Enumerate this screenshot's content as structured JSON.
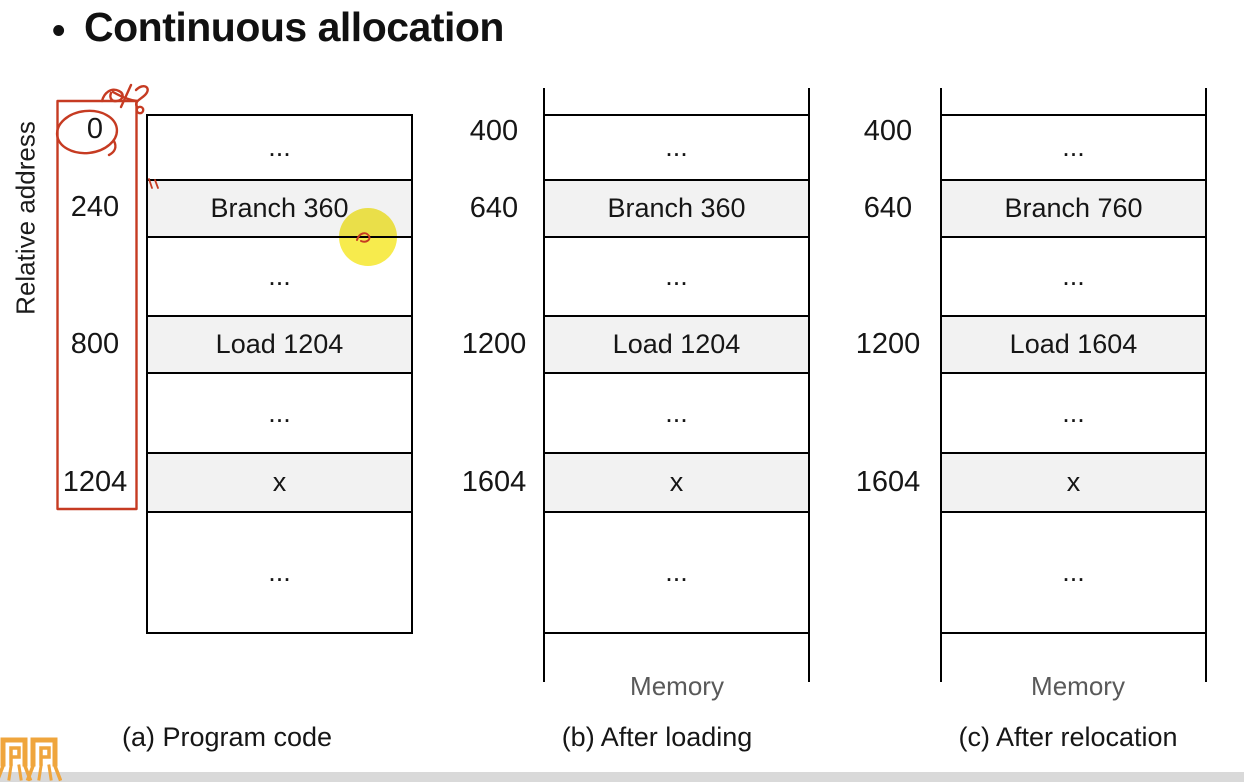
{
  "slide": {
    "title": "Continuous allocation",
    "bullet": "•",
    "side_label": "Relative address"
  },
  "diagrams": [
    {
      "key": "a",
      "caption": "(a) Program code",
      "addresses": [
        "0",
        "240",
        "800",
        "1204"
      ],
      "rows": [
        {
          "text": "...",
          "shaded": false
        },
        {
          "text": "Branch 360",
          "shaded": true
        },
        {
          "text": "...",
          "shaded": false
        },
        {
          "text": "Load 1204",
          "shaded": true
        },
        {
          "text": "...",
          "shaded": false
        },
        {
          "text": "x",
          "shaded": true
        },
        {
          "text": "...",
          "shaded": false
        }
      ]
    },
    {
      "key": "b",
      "caption": "(b) After loading",
      "memory_label": "Memory",
      "addresses": [
        "400",
        "640",
        "1200",
        "1604"
      ],
      "rows": [
        {
          "text": "...",
          "shaded": false
        },
        {
          "text": "Branch 360",
          "shaded": true
        },
        {
          "text": "...",
          "shaded": false
        },
        {
          "text": "Load 1204",
          "shaded": true
        },
        {
          "text": "...",
          "shaded": false
        },
        {
          "text": "x",
          "shaded": true
        },
        {
          "text": "...",
          "shaded": false
        }
      ]
    },
    {
      "key": "c",
      "caption": "(c) After relocation",
      "memory_label": "Memory",
      "addresses": [
        "400",
        "640",
        "1200",
        "1604"
      ],
      "rows": [
        {
          "text": "...",
          "shaded": false
        },
        {
          "text": "Branch 760",
          "shaded": true
        },
        {
          "text": "...",
          "shaded": false
        },
        {
          "text": "Load 1604",
          "shaded": true
        },
        {
          "text": "...",
          "shaded": false
        },
        {
          "text": "x",
          "shaded": true
        },
        {
          "text": "...",
          "shaded": false
        }
      ]
    }
  ],
  "annotations": {
    "red_pen": [
      "box-around-relative-address-column",
      "circle-around-zero",
      "scribble-at-top",
      "tick-at-branch-row",
      "dot-mark-in-highlight"
    ],
    "yellow_highlight": "dot-over-branch-row-edge"
  },
  "colors": {
    "annotation_red": "#c63b22",
    "highlight_yellow": "#f6e82e",
    "shaded_row": "#f2f2f2",
    "memory_text": "#595959",
    "footer_bar": "#d9d9d9",
    "logo_gold": "#efa53c"
  },
  "icons": {
    "logo": "university-emblem-icon"
  }
}
